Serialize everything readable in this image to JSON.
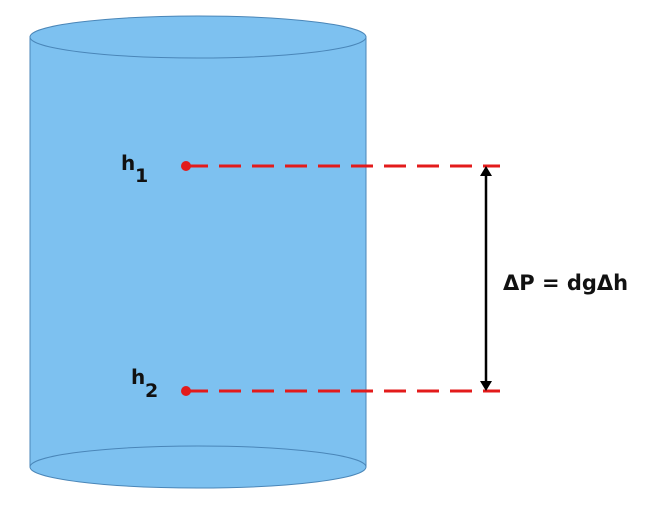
{
  "diagram": {
    "colors": {
      "liquid_fill": "#7DC1F0",
      "liquid_edge": "#4A86B8",
      "level_line": "#E31B1B",
      "arrow": "#000000",
      "text": "#111111"
    },
    "levels": [
      {
        "label": "h",
        "subscript": "1"
      },
      {
        "label": "h",
        "subscript": "2"
      }
    ],
    "formula": "ΔP = dgΔh"
  }
}
